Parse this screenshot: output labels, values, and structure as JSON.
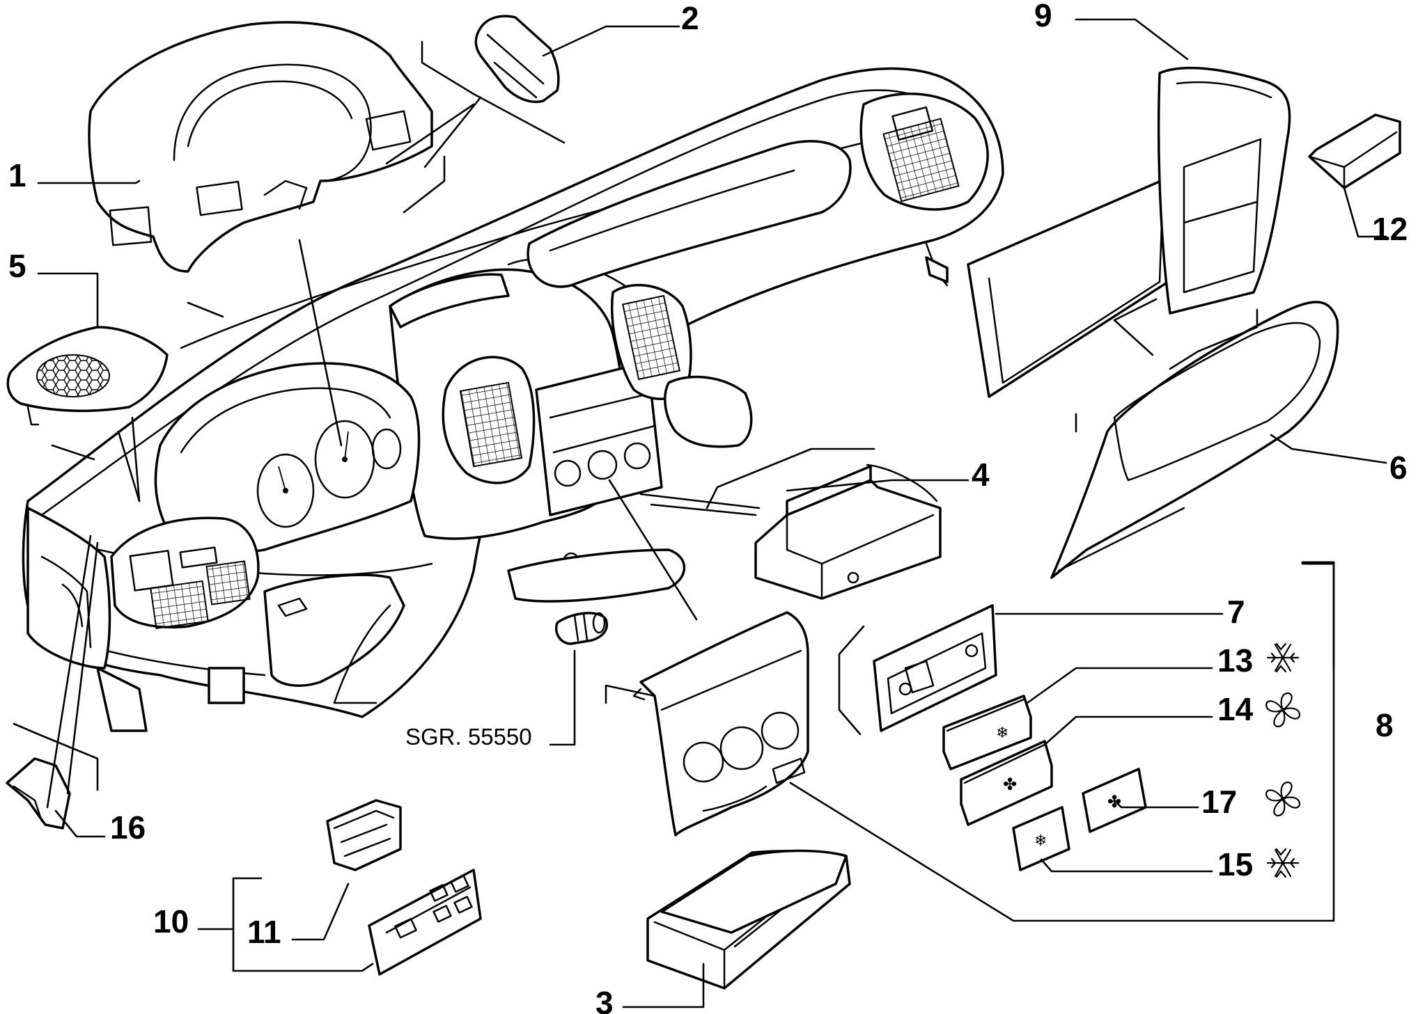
{
  "callouts": {
    "c1": "1",
    "c2": "2",
    "c3": "3",
    "c4": "4",
    "c5": "5",
    "c6": "6",
    "c7": "7",
    "c8": "8",
    "c9": "9",
    "c10": "10",
    "c11": "11",
    "c12": "12",
    "c13": "13",
    "c14": "14",
    "c15": "15",
    "c16": "16",
    "c17": "17"
  },
  "reference": "SGR. 55550",
  "symbols": {
    "13": "snowflake-icon",
    "14": "fan-icon",
    "15": "snowflake-icon",
    "17": "fan-icon"
  }
}
